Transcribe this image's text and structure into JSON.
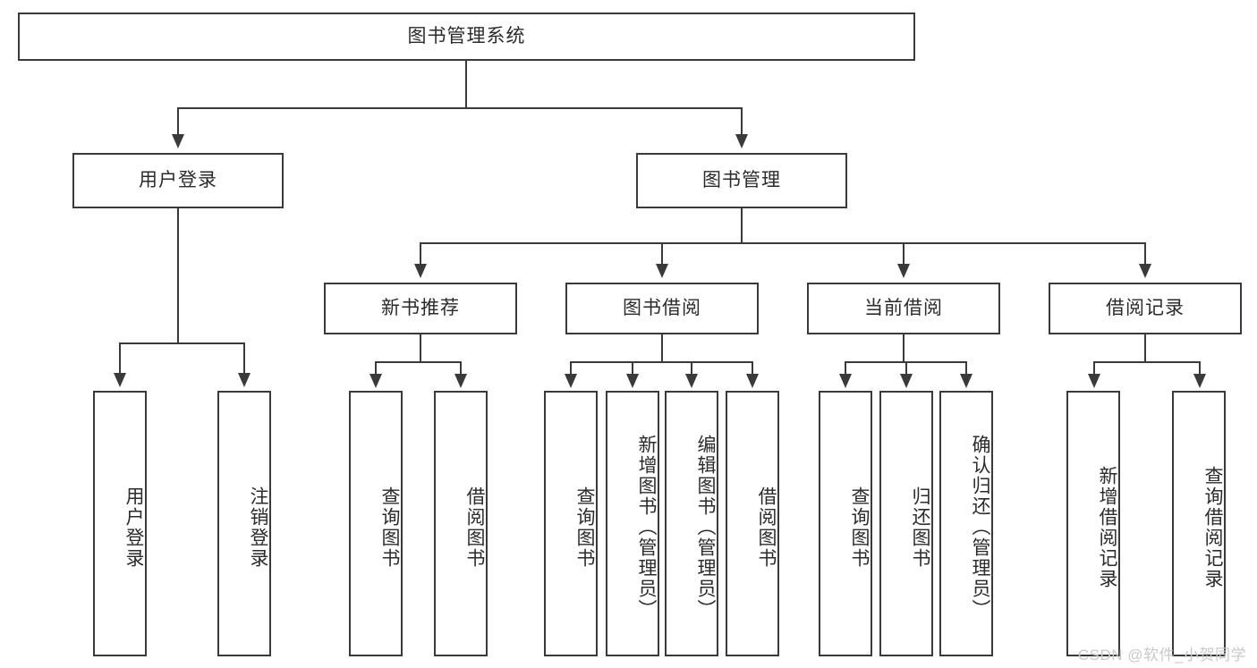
{
  "diagram": {
    "title": "图书管理系统",
    "watermark": "CSDN @软件_小贺同学",
    "line_color": "#3a3a3a",
    "text_color": "#2b2b2b",
    "background_color": "#ffffff",
    "watermark_color": "#c9c9c9",
    "root": {
      "label": "图书管理系统"
    },
    "level2": [
      {
        "label": "用户登录"
      },
      {
        "label": "图书管理"
      }
    ],
    "level3": [
      {
        "label": "新书推荐"
      },
      {
        "label": "图书借阅"
      },
      {
        "label": "当前借阅"
      },
      {
        "label": "借阅记录"
      }
    ],
    "leaves": {
      "user_login": [
        {
          "label": "用户登录"
        },
        {
          "label": "注销登录"
        }
      ],
      "new_book_recommend": [
        {
          "label": "查询图书"
        },
        {
          "label": "借阅图书"
        }
      ],
      "book_borrow": [
        {
          "label": "查询图书"
        },
        {
          "label": "新增图书（管理员）"
        },
        {
          "label": "编辑图书（管理员）"
        },
        {
          "label": "借阅图书"
        }
      ],
      "current_borrow": [
        {
          "label": "查询图书"
        },
        {
          "label": "归还图书"
        },
        {
          "label": "确认归还（管理员）"
        }
      ],
      "borrow_record": [
        {
          "label": "新增借阅记录"
        },
        {
          "label": "查询借阅记录"
        }
      ]
    }
  }
}
